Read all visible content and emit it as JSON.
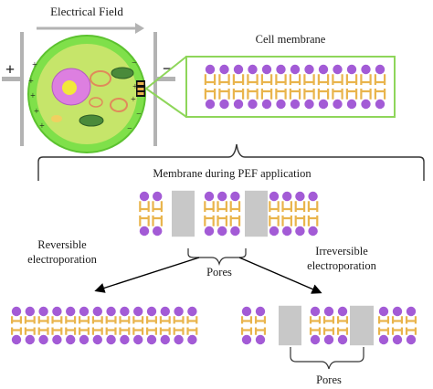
{
  "labels": {
    "electrical_field": "Electrical Field",
    "cell_membrane": "Cell membrane",
    "membrane_pef": "Membrane during PEF application",
    "reversible_line1": "Reversible",
    "reversible_line2": "electroporation",
    "irreversible_line1": "Irreversible",
    "irreversible_line2": "electroporation",
    "pores_center": "Pores",
    "pores_bottom": "Pores",
    "plus_sign": "+",
    "minus_sign": "−"
  },
  "colors": {
    "head": "#a35bd6",
    "tail": "#e9b44c",
    "pore": "#c8c8c8",
    "cell_wall": "#7fe04a",
    "cytoplasm": "#c6e56a",
    "nucleus": "#dd7fe0",
    "nucleolus": "#f2e83a",
    "zoom_box": "#8ed65a",
    "electrode": "#b3b3b3"
  }
}
